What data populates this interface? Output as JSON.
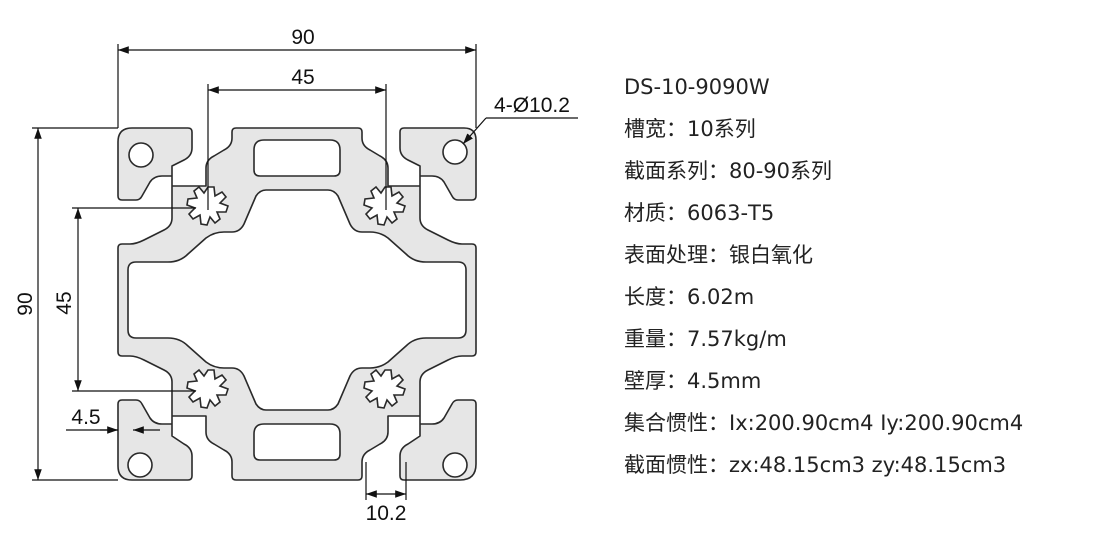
{
  "drawing": {
    "dim_overall_width": "90",
    "dim_slot_spacing_h": "45",
    "dim_overall_height": "90",
    "dim_slot_spacing_v": "45",
    "dim_hole_callout": "4-Ø10.2",
    "dim_wall": "4.5",
    "dim_slot_width": "10.2"
  },
  "specs": [
    "DS-10-9090W",
    "槽宽：10系列",
    "截面系列：80-90系列",
    "材质：6063-T5",
    "表面处理：银白氧化",
    "长度：6.02m",
    "重量：7.57kg/m",
    "壁厚：4.5mm",
    "集合惯性：Ix:200.90cm4 Iy:200.90cm4",
    "截面惯性：zx:48.15cm3 zy:48.15cm3"
  ],
  "colors": {
    "profile_fill": "#e6e6e6",
    "profile_stroke": "#2a2a2a",
    "text": "#222222"
  }
}
